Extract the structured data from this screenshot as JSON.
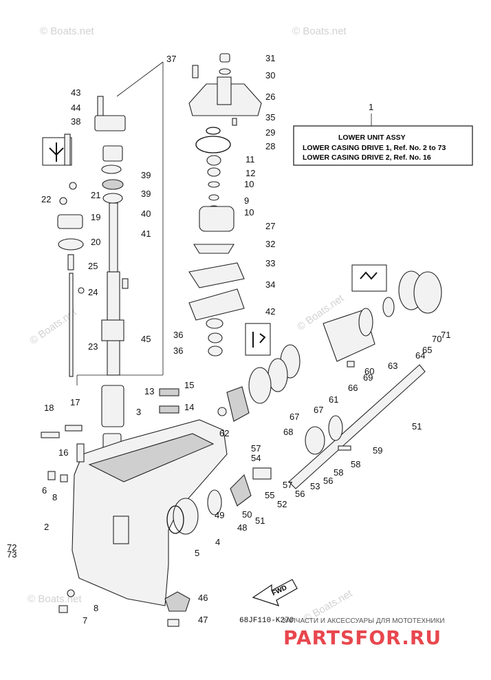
{
  "watermarks": [
    "© Boats.net",
    "© Boats.net",
    "© Boats.net",
    "© Boats.net",
    "© Boats.net",
    "© Boats.net"
  ],
  "legend": {
    "ref": "1",
    "title": "LOWER UNIT ASSY",
    "line1": "LOWER CASING DRIVE 1,  Ref. No. 2 to 73",
    "line2": "LOWER CASING DRIVE 2,  Ref. No. 16"
  },
  "diagram_code": "68JF110-K270",
  "brand": {
    "name": "PARTSFOR.RU",
    "tagline": "ЗАПЧАСТИ И АКСЕССУАРЫ ДЛЯ МОТОТЕХНИКИ"
  },
  "fwd_label": "FWD",
  "callouts": [
    "2",
    "3",
    "4",
    "5",
    "6",
    "7",
    "8",
    "8",
    "9",
    "10",
    "10",
    "11",
    "12",
    "13",
    "14",
    "15",
    "16",
    "17",
    "18",
    "19",
    "20",
    "21",
    "22",
    "23",
    "24",
    "25",
    "26",
    "27",
    "28",
    "29",
    "30",
    "31",
    "32",
    "33",
    "34",
    "35",
    "36",
    "36",
    "37",
    "38",
    "39",
    "39",
    "40",
    "41",
    "42",
    "43",
    "44",
    "45",
    "46",
    "47",
    "48",
    "49",
    "50",
    "51",
    "51",
    "52",
    "53",
    "54",
    "55",
    "56",
    "56",
    "57",
    "57",
    "58",
    "58",
    "59",
    "60",
    "61",
    "62",
    "63",
    "64",
    "65",
    "66",
    "67",
    "67",
    "68",
    "69",
    "70",
    "71",
    "72",
    "73"
  ],
  "colors": {
    "ink": "#111111",
    "part_fill": "#f2f2f2",
    "watermark": "#d2d2d2",
    "brand": "#e8474e"
  }
}
